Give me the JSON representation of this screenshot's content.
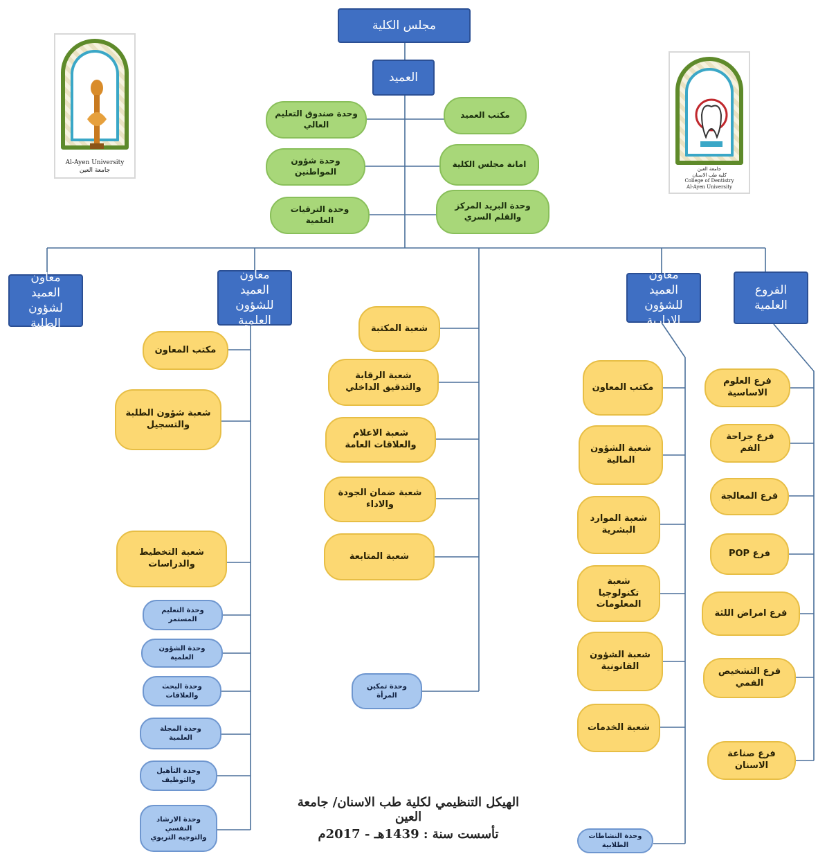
{
  "nodes": {
    "council": "مجلس الكلية",
    "dean": "العميد",
    "higher_edu_fund": "وحدة صندوق التعليم العالي",
    "citizen_affairs": "وحدة شؤون المواطنين",
    "scientific_promotions": "وحدة الترقيات العلمية",
    "dean_office": "مكتب العميد",
    "council_secretariat": "امانة مجلس الكلية",
    "central_mail": "وحدة البريد المركز\nوالقلم السري",
    "assoc_students": "معاون العميد\nلشؤون الطلبة",
    "assoc_scientific": "معاون العميد\nللشؤون العلمية",
    "assoc_admin": "معاون العميد\nللشؤون الادارية",
    "scientific_branches": "الفروع العلمية",
    "sci_office": "مكتب المعاون",
    "sci_student_reg": "شعبة شؤون الطلبة\nوالتسجيل",
    "sci_planning": "شعبة التخطيط والدراسات",
    "unit_continuing": "وحدة التعليم المستمر",
    "unit_sci_affairs": "وحدة الشؤون العلمية",
    "unit_research": "وحدة البحث والعلاقات",
    "unit_journal": "وحدة المجلة العلمية",
    "unit_rehab": "وحدة التأهيل والتوظيف",
    "unit_guidance": "وحدة الارشاد النفسي\nوالتوجيه التربوي",
    "library": "شعبة المكتبة",
    "audit": "شعبة الرقابة والتدقيق الداخلي",
    "media": "شعبة الاعلام والعلاقات العامة",
    "quality": "شعبة ضمان الجودة والاداء",
    "followup": "شعبة المتابعة",
    "women_unit": "وحدة تمكين المرأة",
    "adm_office": "مكتب المعاون",
    "financial": "شعبة الشؤون\nالمالية",
    "hr": "شعبة الموارد\nالبشرية",
    "it": "شعبة تكنولوجيا\nالمعلومات",
    "legal": "شعبة الشؤون\nالقانونية",
    "services": "شعبة الخدمات",
    "student_activities": "وحدة النشاطات الطلابية",
    "br_basic": "فرع العلوم الاساسية",
    "br_surgery": "فرع جراحة الفم",
    "br_treatment": "فرع المعالجة",
    "br_pop": "فرع POP",
    "br_perio": "فرع امراض اللثة",
    "br_diagnosis": "فرع التشخيص الفمي",
    "br_prosth": "فرع صناعة الاسنان"
  },
  "caption": {
    "line1": "الهيكل التنظيمي لكلية طب الاسنان/ جامعة العين",
    "line2": "تأسست سنة : 1439هـ - 2017م"
  },
  "logos": {
    "left_text": "Al-Ayen University\nجامعة العين",
    "right_text": "جامعة العين\nكلية طب الاسنان\nCollege of Dentistry\nAl-Ayen University"
  },
  "colors": {
    "blue": "#3f6fc3",
    "green": "#a8d779",
    "yellow": "#fcd872",
    "lightblue": "#a9c8ef",
    "line": "#4a6f9a"
  }
}
